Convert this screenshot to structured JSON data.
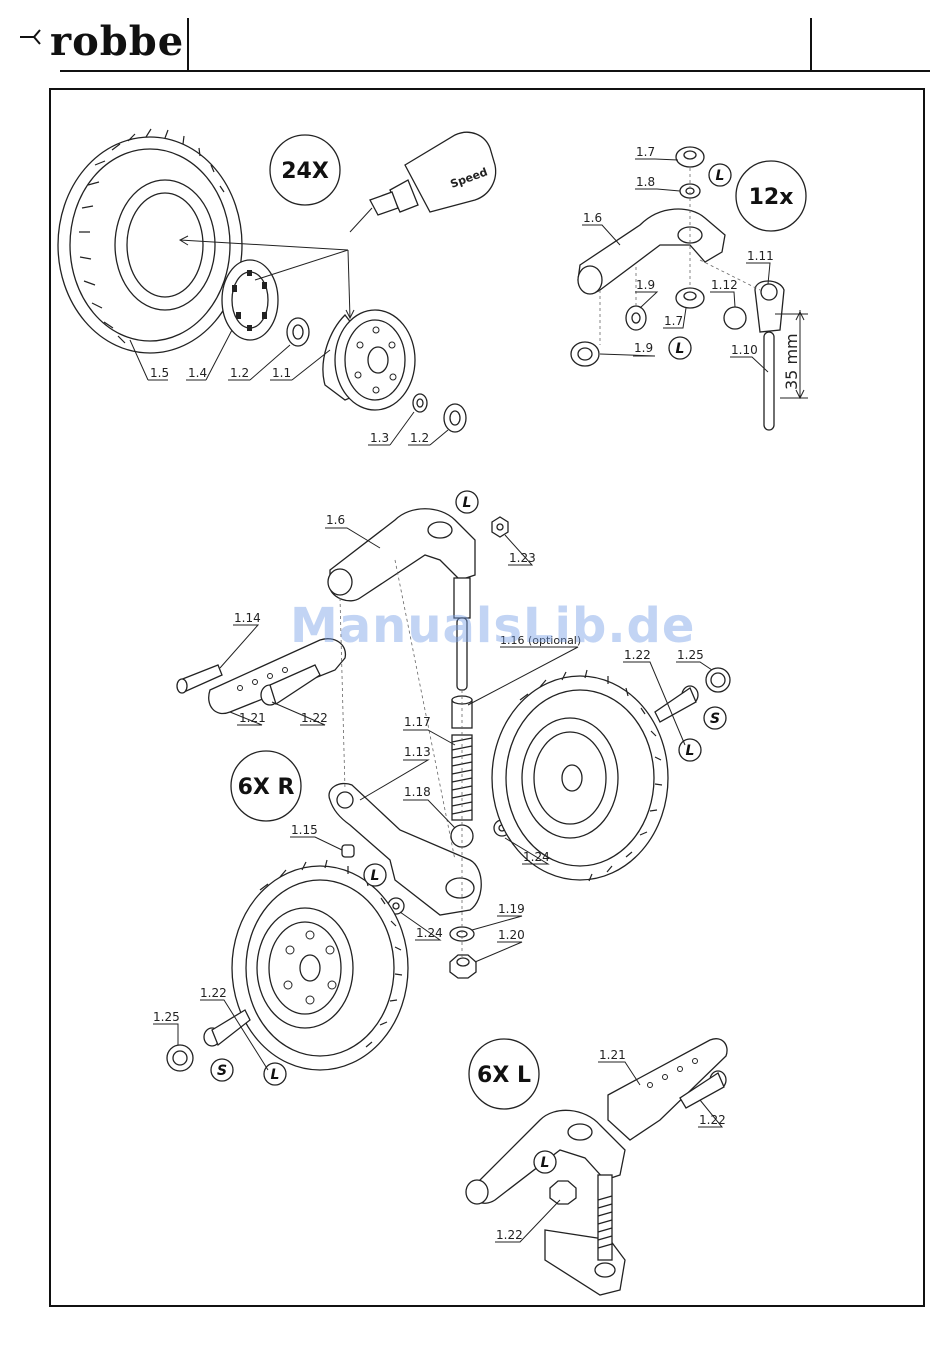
{
  "header": {
    "brand": "robbe"
  },
  "watermark": "ManualsLib.de",
  "badges": {
    "tyre_qty": "24X",
    "bearing_qty": "12x",
    "right_gear": "6X R",
    "left_gear": "6X L"
  },
  "dimension": {
    "length": "35 mm"
  },
  "symbols": {
    "locktite": "L",
    "grease": "S"
  },
  "bottle_label": "Speed",
  "part_labels": {
    "p1_1": "1.1",
    "p1_2a": "1.2",
    "p1_2b": "1.2",
    "p1_3": "1.3",
    "p1_4": "1.4",
    "p1_5": "1.5",
    "p1_6a": "1.6",
    "p1_7a": "1.7",
    "p1_7b": "1.7",
    "p1_8": "1.8",
    "p1_9a": "1.9",
    "p1_9b": "1.9",
    "p1_10": "1.10",
    "p1_11": "1.11",
    "p1_12": "1.12",
    "p1_6b": "1.6",
    "p1_23": "1.23",
    "p1_14": "1.14",
    "p1_16": "1.16 (optional)",
    "p1_21a": "1.21",
    "p1_22a": "1.22",
    "p1_22b": "1.22",
    "p1_25a": "1.25",
    "p1_17": "1.17",
    "p1_13": "1.13",
    "p1_18": "1.18",
    "p1_15": "1.15",
    "p1_24a": "1.24",
    "p1_24b": "1.24",
    "p1_19": "1.19",
    "p1_20": "1.20",
    "p1_22c": "1.22",
    "p1_25b": "1.25",
    "p1_21b": "1.21",
    "p1_22d": "1.22",
    "p1_22e": "1.22"
  }
}
